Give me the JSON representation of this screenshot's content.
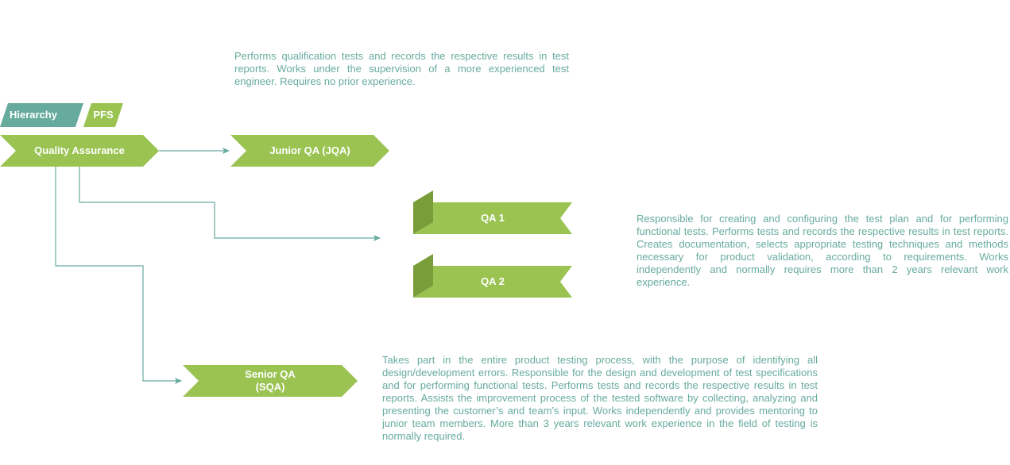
{
  "colors": {
    "teal": "#67ab9f",
    "green": "#9ac352",
    "green_dark": "#7a9d3a",
    "white": "#ffffff"
  },
  "tags": {
    "hierarchy": "Hierarchy",
    "pfs": "PFS"
  },
  "nodes": {
    "root": "Quality Assurance",
    "junior": "Junior QA (JQA)",
    "qa1": "QA 1",
    "qa2": "QA 2",
    "senior_line1": "Senior QA",
    "senior_line2": "(SQA)"
  },
  "descriptions": {
    "junior": "Performs qualification tests and records the respective results in test reports. Works under the supervision of a more experienced test engineer. Requires no prior experience.",
    "qa": "Responsible for creating and configuring the test plan and for performing functional tests. Performs tests and records the respective results in test reports.  Creates documentation, selects appropriate testing techniques and methods necessary for product validation, according to requirements. Works independently and normally requires more than 2 years relevant work experience.",
    "senior": "Takes part in the entire product testing process, with the purpose of identifying all design/development errors. Responsible for the design and development of test specifications and for performing functional tests. Performs tests and records the respective results in test reports. Assists the improvement process of the tested software by collecting, analyzing and presenting the customer’s and team’s input. Works independently and provides mentoring to junior team members. More than 3 years relevant work experience in the field of testing is normally required."
  }
}
